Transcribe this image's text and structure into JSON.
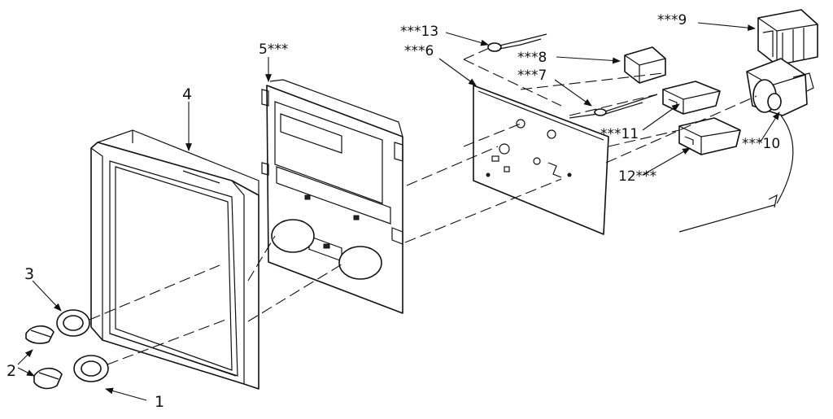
{
  "diagram": {
    "labels": {
      "l1": "1",
      "l2": "2",
      "l3": "3",
      "l4": "4",
      "l5": "5***",
      "l6": "***6",
      "l7": "***7",
      "l8": "***8",
      "l9": "***9",
      "l10": "***10",
      "l11": "***11",
      "l12": "12***",
      "l13": "***13"
    }
  }
}
